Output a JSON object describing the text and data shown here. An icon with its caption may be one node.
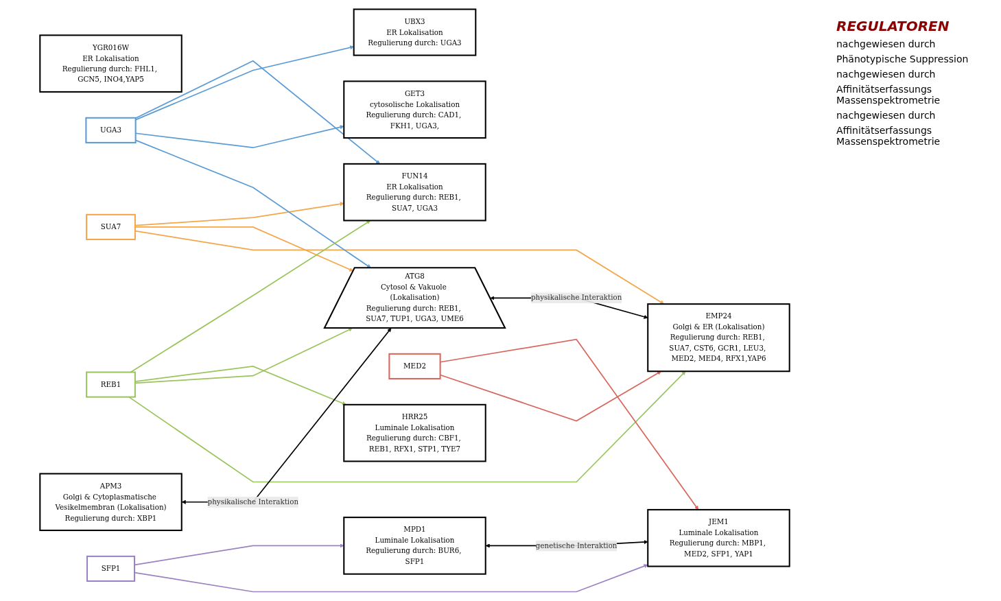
{
  "diagram": {
    "nodes": [
      {
        "text": [
          "FUN14",
          "ER Lokalisation",
          "Regulierung durch: REB1, SUA7, UGA3"
        ]
      },
      {
        "text": [
          "UBX3",
          "ER Lokalisation",
          "Regulierung durch: UGA3"
        ]
      },
      {
        "text": [
          "GET3",
          "cytosolische Lokalisation",
          "Regulierung durch: CAD1, FKH1, UGA3,"
        ]
      },
      {
        "text": [
          "HRR25",
          "Luminale Lokalisation",
          "Regulierung durch: CBF1, REB1, RFX1, STP1, TYE7"
        ]
      },
      {
        "text": [
          "MPD1",
          "Luminale Lokalisation",
          "Regulierung durch: BUR6, SFP1"
        ]
      },
      {
        "text": [
          "YGR016W",
          "ER Lokalisation",
          "Regulierung durch: FHL1, GCN5, INO4,YAP5"
        ]
      },
      {
        "text": [
          "SUA7"
        ]
      },
      {
        "text": [
          "UGA3"
        ]
      },
      {
        "text": [
          "SFP1"
        ]
      },
      {
        "text": [
          "REB1"
        ]
      },
      {
        "text": [
          "MED2"
        ]
      },
      {
        "text": [
          "JEM1",
          "Luminale Lokalisation",
          "Regulierung durch: MBP1, MED2, SFP1, YAP1"
        ]
      },
      {
        "text": [
          "APM3",
          "Golgi & Cytoplasmatische Vesikelmembran (Lokalisation)",
          "Regulierung durch: XBP1"
        ]
      },
      {
        "text": [
          "ATG8",
          "Cytosol & Vakuole (Lokalisation)",
          "Regulierung durch: REB1, SUA7, TUP1, UGA3, UME6"
        ]
      },
      {
        "text": [
          "EMP24",
          "Golgi & ER (Lokalisation)",
          "Regulierung durch: REB1, SUA7, CST6, GCR1, LEU3, MED2, MED4, RFX1,YAP6"
        ]
      }
    ],
    "edges": [
      {
        "from": 6,
        "to": 0,
        "arrow": "to",
        "color": "#f5a54a"
      },
      {
        "from": 6,
        "to": 13,
        "arrow": "to",
        "color": "#f5a54a"
      },
      {
        "from": 6,
        "to": 14,
        "arrow": "to",
        "color": "#f5a54a"
      },
      {
        "from": 7,
        "to": 0,
        "arrow": "to",
        "color": "#5b9bd5"
      },
      {
        "from": 7,
        "to": 1,
        "arrow": "to",
        "color": "#5b9bd5"
      },
      {
        "from": 7,
        "to": 2,
        "arrow": "to",
        "color": "#5b9bd5"
      },
      {
        "from": 7,
        "to": 13,
        "arrow": "to",
        "color": "#5b9bd5"
      },
      {
        "from": 8,
        "to": 4,
        "arrow": "to",
        "color": "#9b82c2"
      },
      {
        "from": 8,
        "to": 11,
        "arrow": "to",
        "color": "#9b82c2"
      },
      {
        "from": 9,
        "to": 0,
        "arrow": "to",
        "color": "#9bc45c"
      },
      {
        "from": 9,
        "to": 3,
        "arrow": "to",
        "color": "#9bc45c"
      },
      {
        "from": 9,
        "to": 13,
        "arrow": "to",
        "color": "#9bc45c"
      },
      {
        "from": 9,
        "to": 14,
        "arrow": "to",
        "color": "#9bc45c"
      },
      {
        "from": 10,
        "to": 11,
        "arrow": "to",
        "color": "#d9665c"
      },
      {
        "from": 10,
        "to": 14,
        "arrow": "to",
        "color": "#d9665c"
      },
      {
        "from": 4,
        "to": 11,
        "arrow": "both",
        "label": "genetische Interaktion",
        "color": "#000000"
      },
      {
        "from": 12,
        "to": 13,
        "arrow": "both",
        "label": "physikalische Interaktion",
        "color": "#000000"
      },
      {
        "from": 13,
        "to": 14,
        "arrow": "both",
        "label": "physikalische Interaktion",
        "color": "#000000"
      }
    ],
    "labels": [
      "REGULATOREN",
      "nachgewiesen durch",
      "Phänotypische Suppression",
      "nachgewiesen durch",
      "Affinitätserfassungs Massenspektrometrie",
      "nachgewiesen durch",
      "Affinitätserfassungs Massenspektrometrie"
    ]
  }
}
